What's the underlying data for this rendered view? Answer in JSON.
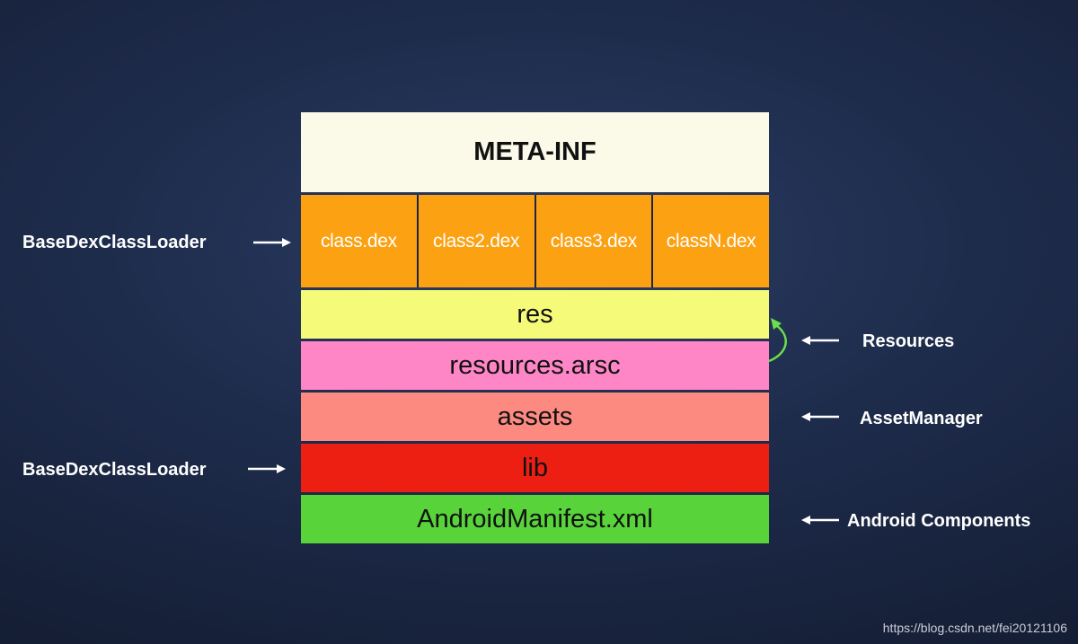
{
  "blocks": {
    "meta_inf": "META-INF",
    "dex_files": [
      "class.dex",
      "class2.dex",
      "class3.dex",
      "classN.dex"
    ],
    "res": "res",
    "resources_arsc": "resources.arsc",
    "assets": "assets",
    "lib": "lib",
    "manifest": "AndroidManifest.xml"
  },
  "labels": {
    "dex_loader": "BaseDexClassLoader",
    "lib_loader": "BaseDexClassLoader",
    "resources": "Resources",
    "asset_manager": "AssetManager",
    "android_components": "Android Components"
  },
  "watermark": "https://blog.csdn.net/fei20121106",
  "colors": {
    "meta_inf": "#fbfae8",
    "dex": "#fca112",
    "res": "#f5fa78",
    "resources_arsc": "#fe86c6",
    "assets": "#fc8a80",
    "lib": "#ec1f12",
    "manifest": "#58d43a",
    "curved_arrow": "#6be04a"
  }
}
